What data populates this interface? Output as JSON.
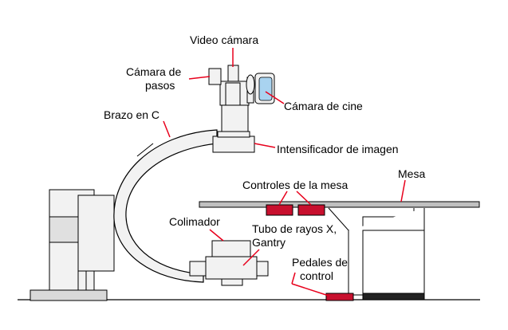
{
  "labels": {
    "video_camara": "Video cámara",
    "camara_de_pasos_1": "Cámara de",
    "camara_de_pasos_2": "pasos",
    "camara_de_cine": "Cámara de cine",
    "brazo_en_c": "Brazo en C",
    "intensificador": "Intensificador de imagen",
    "controles_mesa": "Controles de la mesa",
    "mesa": "Mesa",
    "colimador": "Colimador",
    "tubo_1": "Tubo de rayos X,",
    "tubo_2": "Gantry",
    "pedales_1": "Pedales de",
    "pedales_2": "control"
  },
  "colors": {
    "outline": "#000000",
    "fill_light": "#f2f2f2",
    "fill_mid": "#e0e0e0",
    "pointer": "#e8001c",
    "control_red": "#c8102e",
    "lens_blue": "#a9d3f0",
    "table_gray": "#c0c0c0"
  }
}
